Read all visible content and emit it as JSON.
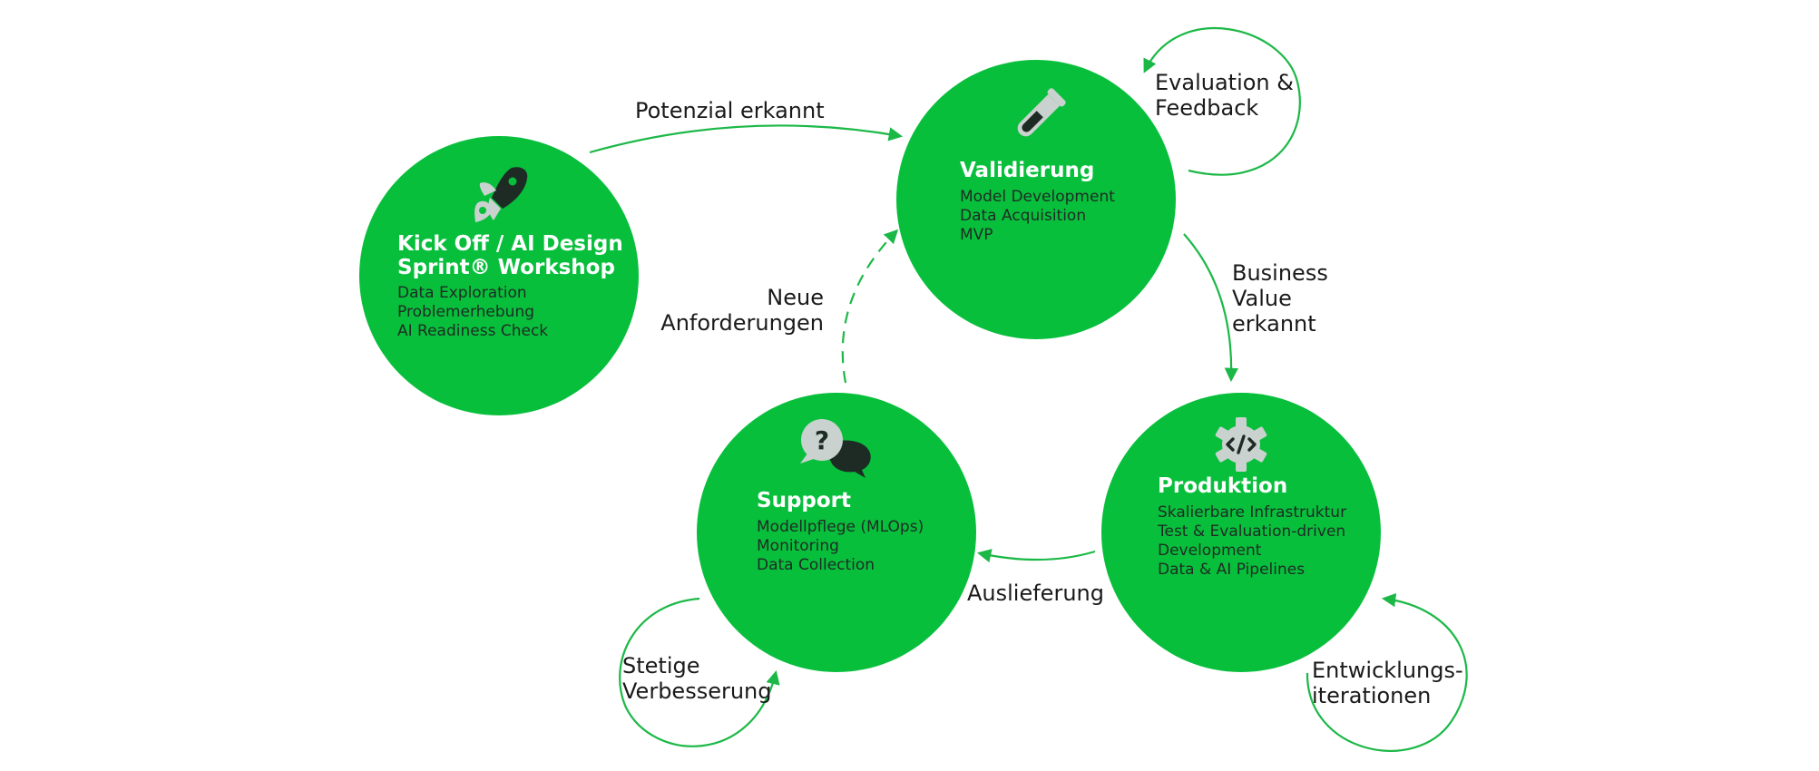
{
  "nodes": {
    "kickoff": {
      "title_line1": "Kick Off / AI Design",
      "title_line2": "Sprint® Workshop",
      "items": [
        "Data Exploration",
        "Problemerhebung",
        "AI Readiness Check"
      ],
      "icon": "rocket-icon"
    },
    "validation": {
      "title": "Validierung",
      "items": [
        "Model Development",
        "Data Acquisition",
        "MVP"
      ],
      "icon": "test-tube-icon"
    },
    "production": {
      "title": "Produktion",
      "items": [
        "Skalierbare Infrastruktur",
        "Test & Evaluation-driven",
        "Development",
        "Data & AI Pipelines"
      ],
      "icon": "code-gear-icon"
    },
    "support": {
      "title": "Support",
      "items": [
        "Modellpflege (MLOps)",
        "Monitoring",
        "Data Collection"
      ],
      "icon": "question-chat-icon"
    }
  },
  "edges": {
    "potential": {
      "label": "Potenzial erkannt"
    },
    "business": {
      "lines": [
        "Business",
        "Value",
        "erkannt"
      ]
    },
    "delivery": {
      "label": "Auslieferung"
    },
    "requirements": {
      "lines": [
        "Neue",
        "Anforderungen"
      ]
    },
    "evaluation": {
      "lines": [
        "Evaluation &",
        "Feedback"
      ]
    },
    "development": {
      "lines": [
        "Entwicklungs-",
        "iterationen"
      ]
    },
    "improvement": {
      "lines": [
        "Stetige",
        "Verbesserung"
      ]
    }
  },
  "colors": {
    "node_fill": "#08bf3c",
    "arrow": "#1cb847",
    "icon_dark": "#1e2b24",
    "icon_light": "#c9d2ce",
    "title_text": "#ffffff"
  }
}
